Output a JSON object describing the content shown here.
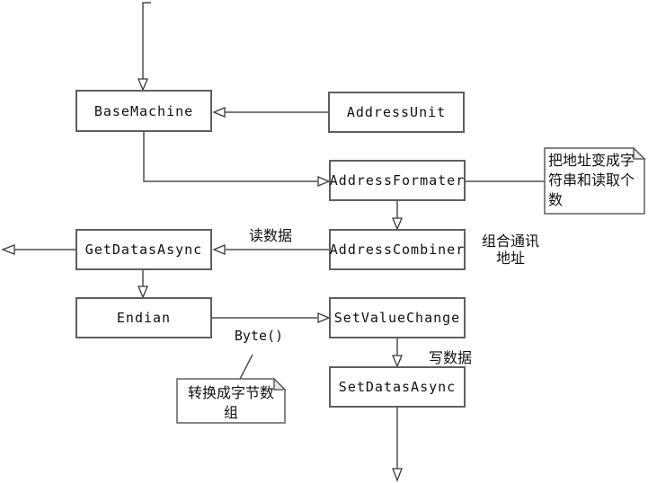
{
  "diagram": {
    "nodes": [
      {
        "id": "base-machine",
        "label": "BaseMachine"
      },
      {
        "id": "address-unit",
        "label": "AddressUnit"
      },
      {
        "id": "address-formater",
        "label": "AddressFormater"
      },
      {
        "id": "get-datas-async",
        "label": "GetDatasAsync"
      },
      {
        "id": "address-combiner",
        "label": "AddressCombiner"
      },
      {
        "id": "endian",
        "label": "Endian"
      },
      {
        "id": "set-value-change",
        "label": "SetValueChange"
      },
      {
        "id": "set-datas-async",
        "label": "SetDatasAsync"
      }
    ],
    "notes": [
      {
        "id": "note-address-format",
        "text": "把地址变成字符串和读取个数"
      },
      {
        "id": "note-byte-array",
        "text": "转换成字节数组"
      }
    ],
    "edge_labels": [
      {
        "id": "read-data",
        "text": "读数据"
      },
      {
        "id": "combine-address",
        "text": "组合通讯\n地址"
      },
      {
        "id": "write-data",
        "text": "写数据"
      },
      {
        "id": "byte-call",
        "text": "Byte()"
      }
    ],
    "colors": {
      "background": "#ffffff",
      "line": "#4f4f4f",
      "node_border": "#5f5f5f",
      "text": "#111111"
    }
  }
}
